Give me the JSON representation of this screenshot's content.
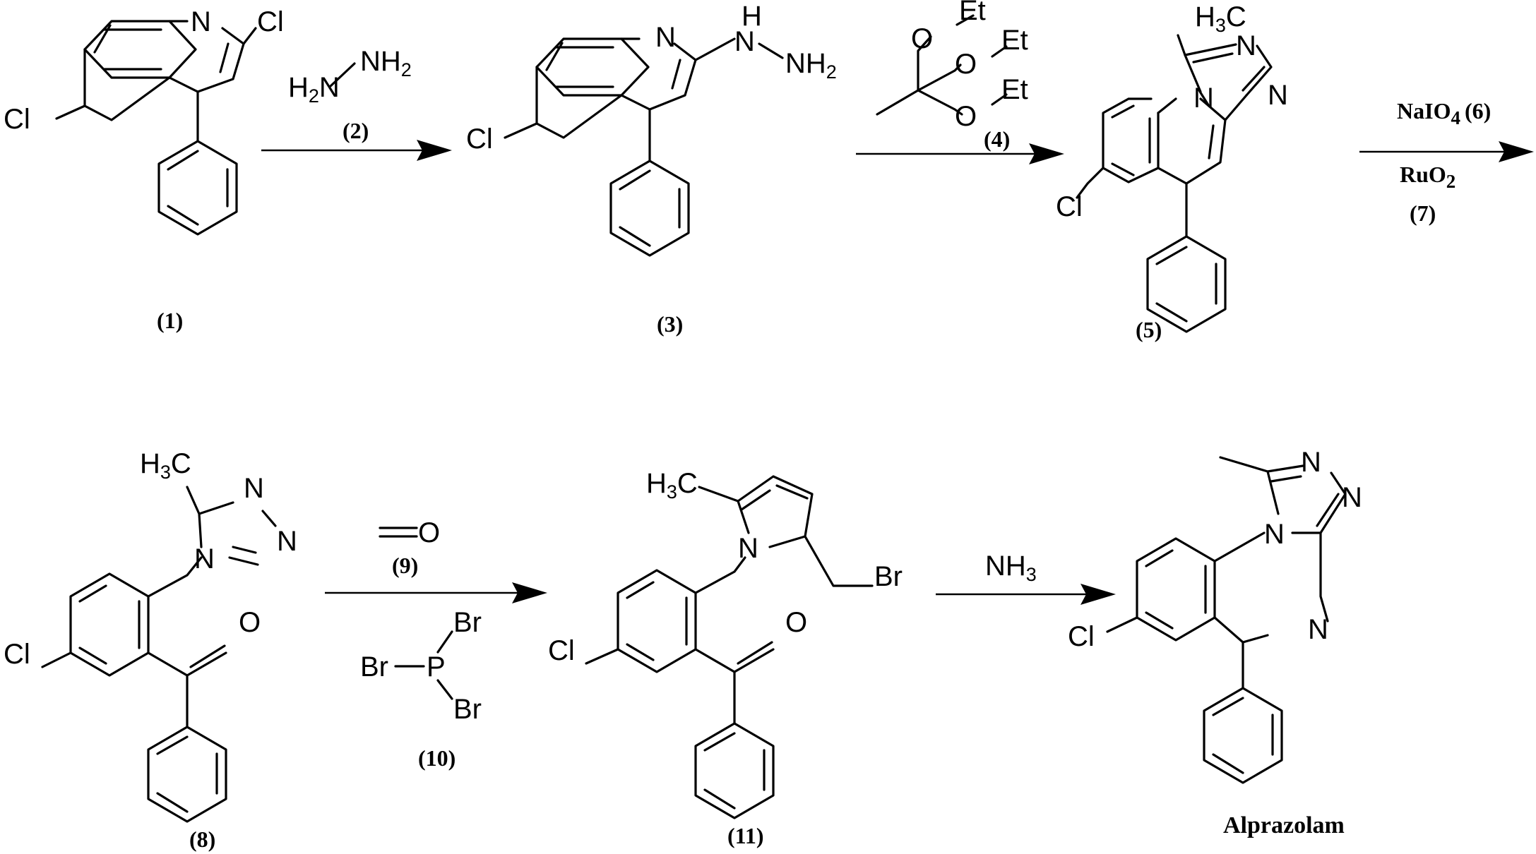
{
  "compounds": {
    "c1": {
      "label": "(1)"
    },
    "c3": {
      "label": "(3)"
    },
    "c5": {
      "label": "(5)"
    },
    "c8": {
      "label": "(8)"
    },
    "c11": {
      "label": "(11)"
    },
    "product": {
      "name": "Alprazolam"
    }
  },
  "atoms": {
    "N": "N",
    "Cl": "Cl",
    "H": "H",
    "O": "O",
    "Et": "Et",
    "Br": "Br",
    "P": "P",
    "H3C_main": "H",
    "H3C_sub": "3",
    "H3C_C": "C",
    "H2N_H": "H",
    "H2N_sub": "2",
    "H2N_N": "N",
    "NH2_N": "NH",
    "NH2_sub": "2"
  },
  "reagents": {
    "r2": {
      "label": "(2)"
    },
    "r4": {
      "label": "(4)"
    },
    "r6": {
      "prefix": "NaIO",
      "sub": "4",
      "label": "(6)"
    },
    "r7": {
      "prefix": "RuO",
      "sub": "2",
      "label": "(7)"
    },
    "r9": {
      "label": "(9)"
    },
    "r10": {
      "label": "(10)"
    },
    "nh3": {
      "prefix": "NH",
      "sub": "3"
    }
  }
}
